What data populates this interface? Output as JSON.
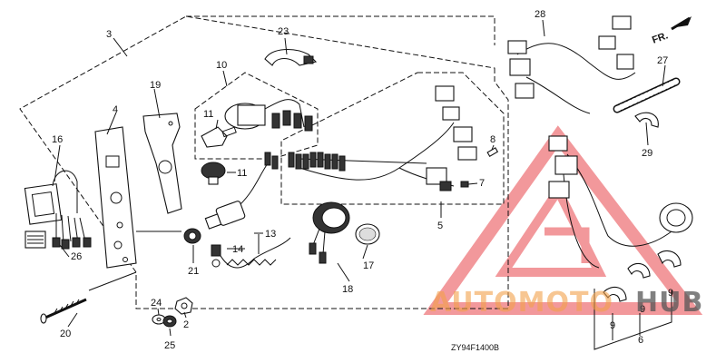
{
  "diagram": {
    "drawing_code": "ZY94F1400B",
    "front_arrow": "FR.",
    "watermark": {
      "part1": "AUTOMOTO",
      "part2": "HUB",
      "icon": "warning-triangle-icon"
    },
    "labels": {
      "p2": "2",
      "p3": "3",
      "p4": "4",
      "p5": "5",
      "p6": "6",
      "p7": "7",
      "p8": "8",
      "p9a": "9",
      "p9b": "9",
      "p9c": "9",
      "p10": "10",
      "p11a": "11",
      "p11b": "11",
      "p13": "13",
      "p14": "14",
      "p16": "16",
      "p17": "17",
      "p18": "18",
      "p19": "19",
      "p20": "20",
      "p21": "21",
      "p23": "23",
      "p24": "24",
      "p25": "25",
      "p26": "26",
      "p27": "27",
      "p28": "28",
      "p29": "29"
    }
  }
}
